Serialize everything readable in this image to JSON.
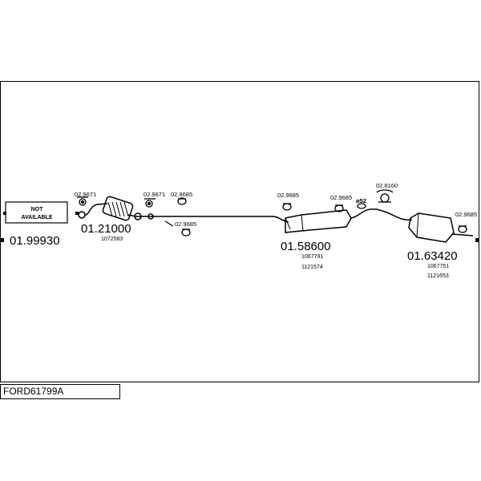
{
  "drawing": {
    "code": "FORD61799A",
    "not_available": {
      "line1": "NOT",
      "line2": "AVAILABLE"
    },
    "parts": {
      "p1": {
        "number": "01.99930"
      },
      "p2": {
        "number": "01.21000",
        "refs": [
          "1072583"
        ]
      },
      "p3": {
        "number": "01.58600",
        "refs": [
          "1067791",
          "1121574"
        ]
      },
      "p4": {
        "number": "01.63420",
        "refs": [
          "1067751",
          "1121653"
        ]
      }
    },
    "fittings": {
      "f1": "02.9671",
      "f2": "02.9671",
      "f3": "02.9685",
      "f4": "02.9685",
      "f5": "02.9685",
      "f6": "02.9685",
      "f7": "02.8160",
      "f8": "02.9685",
      "clamp_size": "ø52"
    }
  },
  "colors": {
    "line": "#000000",
    "background": "#ffffff"
  }
}
